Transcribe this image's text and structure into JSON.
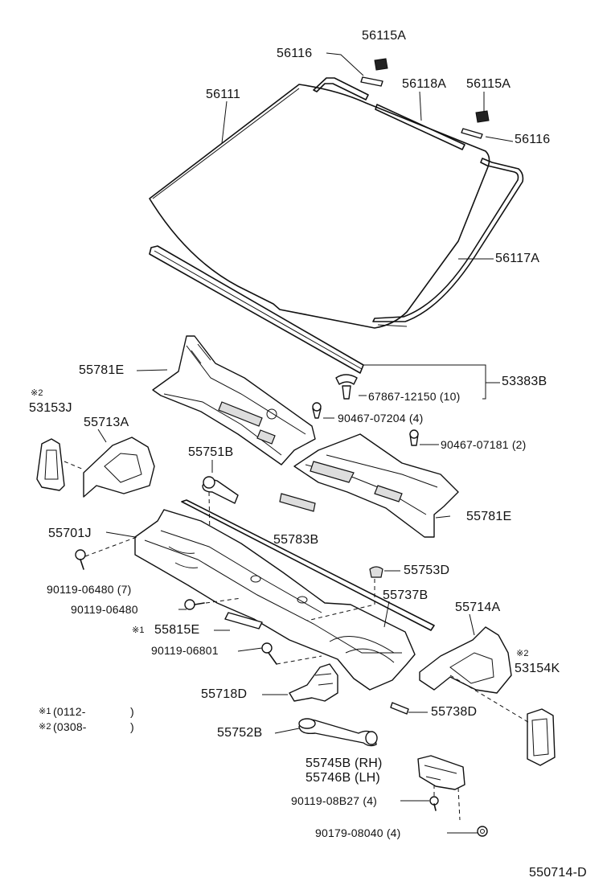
{
  "diagram_id": "550714-D",
  "parts": [
    {
      "id": "p56115A_1",
      "label": "56115A"
    },
    {
      "id": "p56116_1",
      "label": "56116"
    },
    {
      "id": "p56111",
      "label": "56111"
    },
    {
      "id": "p56118A",
      "label": "56118A"
    },
    {
      "id": "p56115A_2",
      "label": "56115A"
    },
    {
      "id": "p56116_2",
      "label": "56116"
    },
    {
      "id": "p56117A",
      "label": "56117A"
    },
    {
      "id": "p55781E_1",
      "label": "55781E"
    },
    {
      "id": "p53383B",
      "label": "53383B"
    },
    {
      "id": "p67867",
      "label": "67867-12150 (10)"
    },
    {
      "id": "p90467_07204",
      "label": "90467-07204 (4)"
    },
    {
      "id": "p53153J",
      "label": "53153J"
    },
    {
      "id": "p53153J_mark",
      "label": "※2"
    },
    {
      "id": "p55713A",
      "label": "55713A"
    },
    {
      "id": "p90467_07181",
      "label": "90467-07181 (2)"
    },
    {
      "id": "p55751B",
      "label": "55751B"
    },
    {
      "id": "p55701J",
      "label": "55701J"
    },
    {
      "id": "p55783B",
      "label": "55783B"
    },
    {
      "id": "p55781E_2",
      "label": "55781E"
    },
    {
      "id": "p90119_06480_7",
      "label": "90119-06480 (7)"
    },
    {
      "id": "p55753D",
      "label": "55753D"
    },
    {
      "id": "p90119_06480",
      "label": "90119-06480"
    },
    {
      "id": "p55737B",
      "label": "55737B"
    },
    {
      "id": "p55714A",
      "label": "55714A"
    },
    {
      "id": "p55815E_mark",
      "label": "※1"
    },
    {
      "id": "p55815E",
      "label": "55815E"
    },
    {
      "id": "p90119_06801",
      "label": "90119-06801"
    },
    {
      "id": "p53154K_mark",
      "label": "※2"
    },
    {
      "id": "p53154K",
      "label": "53154K"
    },
    {
      "id": "p55718D",
      "label": "55718D"
    },
    {
      "id": "p55738D",
      "label": "55738D"
    },
    {
      "id": "p55752B",
      "label": "55752B"
    },
    {
      "id": "p55745B",
      "label": "55745B (RH)"
    },
    {
      "id": "p55746B",
      "label": "55746B (LH)"
    },
    {
      "id": "p90119_08B27",
      "label": "90119-08B27 (4)"
    },
    {
      "id": "p90179_08040",
      "label": "90179-08040 (4)"
    }
  ],
  "notes": [
    {
      "mark": "※1",
      "open": "(0112-",
      "close": ")"
    },
    {
      "mark": "※2",
      "open": "(0308-",
      "close": ")"
    }
  ]
}
